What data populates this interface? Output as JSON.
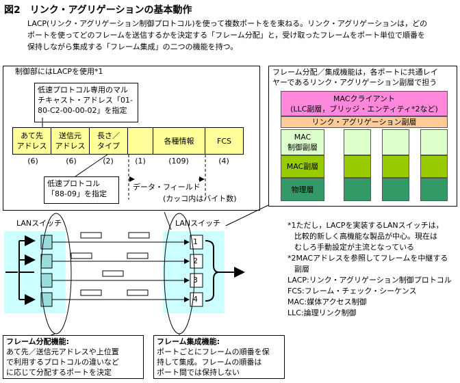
{
  "figure_title": "図2　リンク・アグリゲーションの基本動作",
  "intro": [
    "LACP(リンク・アグリゲーション制御プロトコル)を使って複数ポートをを束ねる。リンク・アグリゲーションは，どの",
    "ポートを使ってどのフレームを送信するかを決定する「フレーム分配」と，受け取ったフレームをポート単位で順番を",
    "保持しながら集成する「フレーム集成」の二つの機能を持つ。"
  ],
  "frame_panel": {
    "header": "制御部にはLACPを使用*1",
    "callout_dest": [
      "低速プロトコル専用のマル",
      "チキャスト・アドレス「01-",
      "80-C2-00-00-02」を指定"
    ],
    "fields": [
      {
        "label": [
          "あて先",
          "アドレス"
        ],
        "bytes": "(6)"
      },
      {
        "label": [
          "送信元",
          "アドレス"
        ],
        "bytes": "(6)"
      },
      {
        "label": [
          "長さ／",
          "タイプ"
        ],
        "bytes": "(2)"
      },
      {
        "label": [
          ""
        ],
        "bytes": "(1)"
      },
      {
        "label": [
          "各種情報"
        ],
        "bytes": "(109)"
      },
      {
        "label": [
          "FCS"
        ],
        "bytes": "(4)"
      }
    ],
    "callout_type": [
      "低速プロトコル",
      "「88-09」を指定"
    ],
    "data_field_label": "データ・フィールド",
    "bytes_note": "(カッコ内はバイト数)"
  },
  "layer_panel": {
    "caption": [
      "フレーム分配／集成機能は，各ポートに共通レイ",
      "ヤーであるリンク・アグリゲーション副層で担う"
    ],
    "mac_client": [
      "MACクライアント",
      "(LLC副層，ブリッジ・エンティティ*2など)"
    ],
    "la_sublayer": "リンク・アグリゲーション副層",
    "mac_control": [
      "MAC",
      "制御副層"
    ],
    "mac_sublayer": "MAC副層",
    "phy": "物理層",
    "colors": {
      "client": "#ff88dd",
      "la": "#ffcc99",
      "ctrl": "#ddffcc",
      "mac": "#99cc00",
      "phy": "#339966"
    }
  },
  "switches": {
    "left_label": "LANスイッチ",
    "right_label": "LANスイッチ",
    "ports": [
      "1",
      "2",
      "3",
      "4"
    ]
  },
  "footnotes": [
    "*1ただし，LACPを実装するLANスイッチは，",
    "比較的新しく高機能な製品が中心。現在は",
    "むしろ手動設定が主流となっている",
    "*2MACアドレスを参照してフレームを中継する",
    "副層",
    "LACP:リンク・アグリゲーション制御プロトコル",
    "FCS:フレーム・チェック・シーケンス",
    "MAC:媒体アクセス制御",
    "LLC:論理リンク制御"
  ],
  "distribution": {
    "title": "フレーム分配機能:",
    "text": [
      "あて先／送信元アドレスや上位置",
      "で利用するプロトコルの違いなど",
      "に応じて分配するポートを決定"
    ]
  },
  "collection": {
    "title": "フレーム集成機能:",
    "text": [
      "ポートごとにフレームの順番を保",
      "持して集成。フレームの順番は",
      "ポート間では保持しない"
    ]
  }
}
